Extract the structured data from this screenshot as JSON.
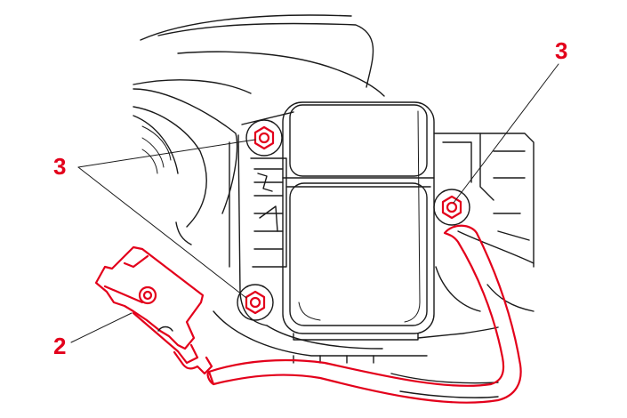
{
  "callouts": {
    "top_right": "3",
    "left": "3",
    "bottom_left": "2"
  },
  "colors": {
    "highlight": "#e3001b",
    "line": "#1a1a1a",
    "background": "#ffffff"
  },
  "icons": [
    "bolt-icon",
    "sensor-housing",
    "connector-plug",
    "wiring-harness"
  ]
}
